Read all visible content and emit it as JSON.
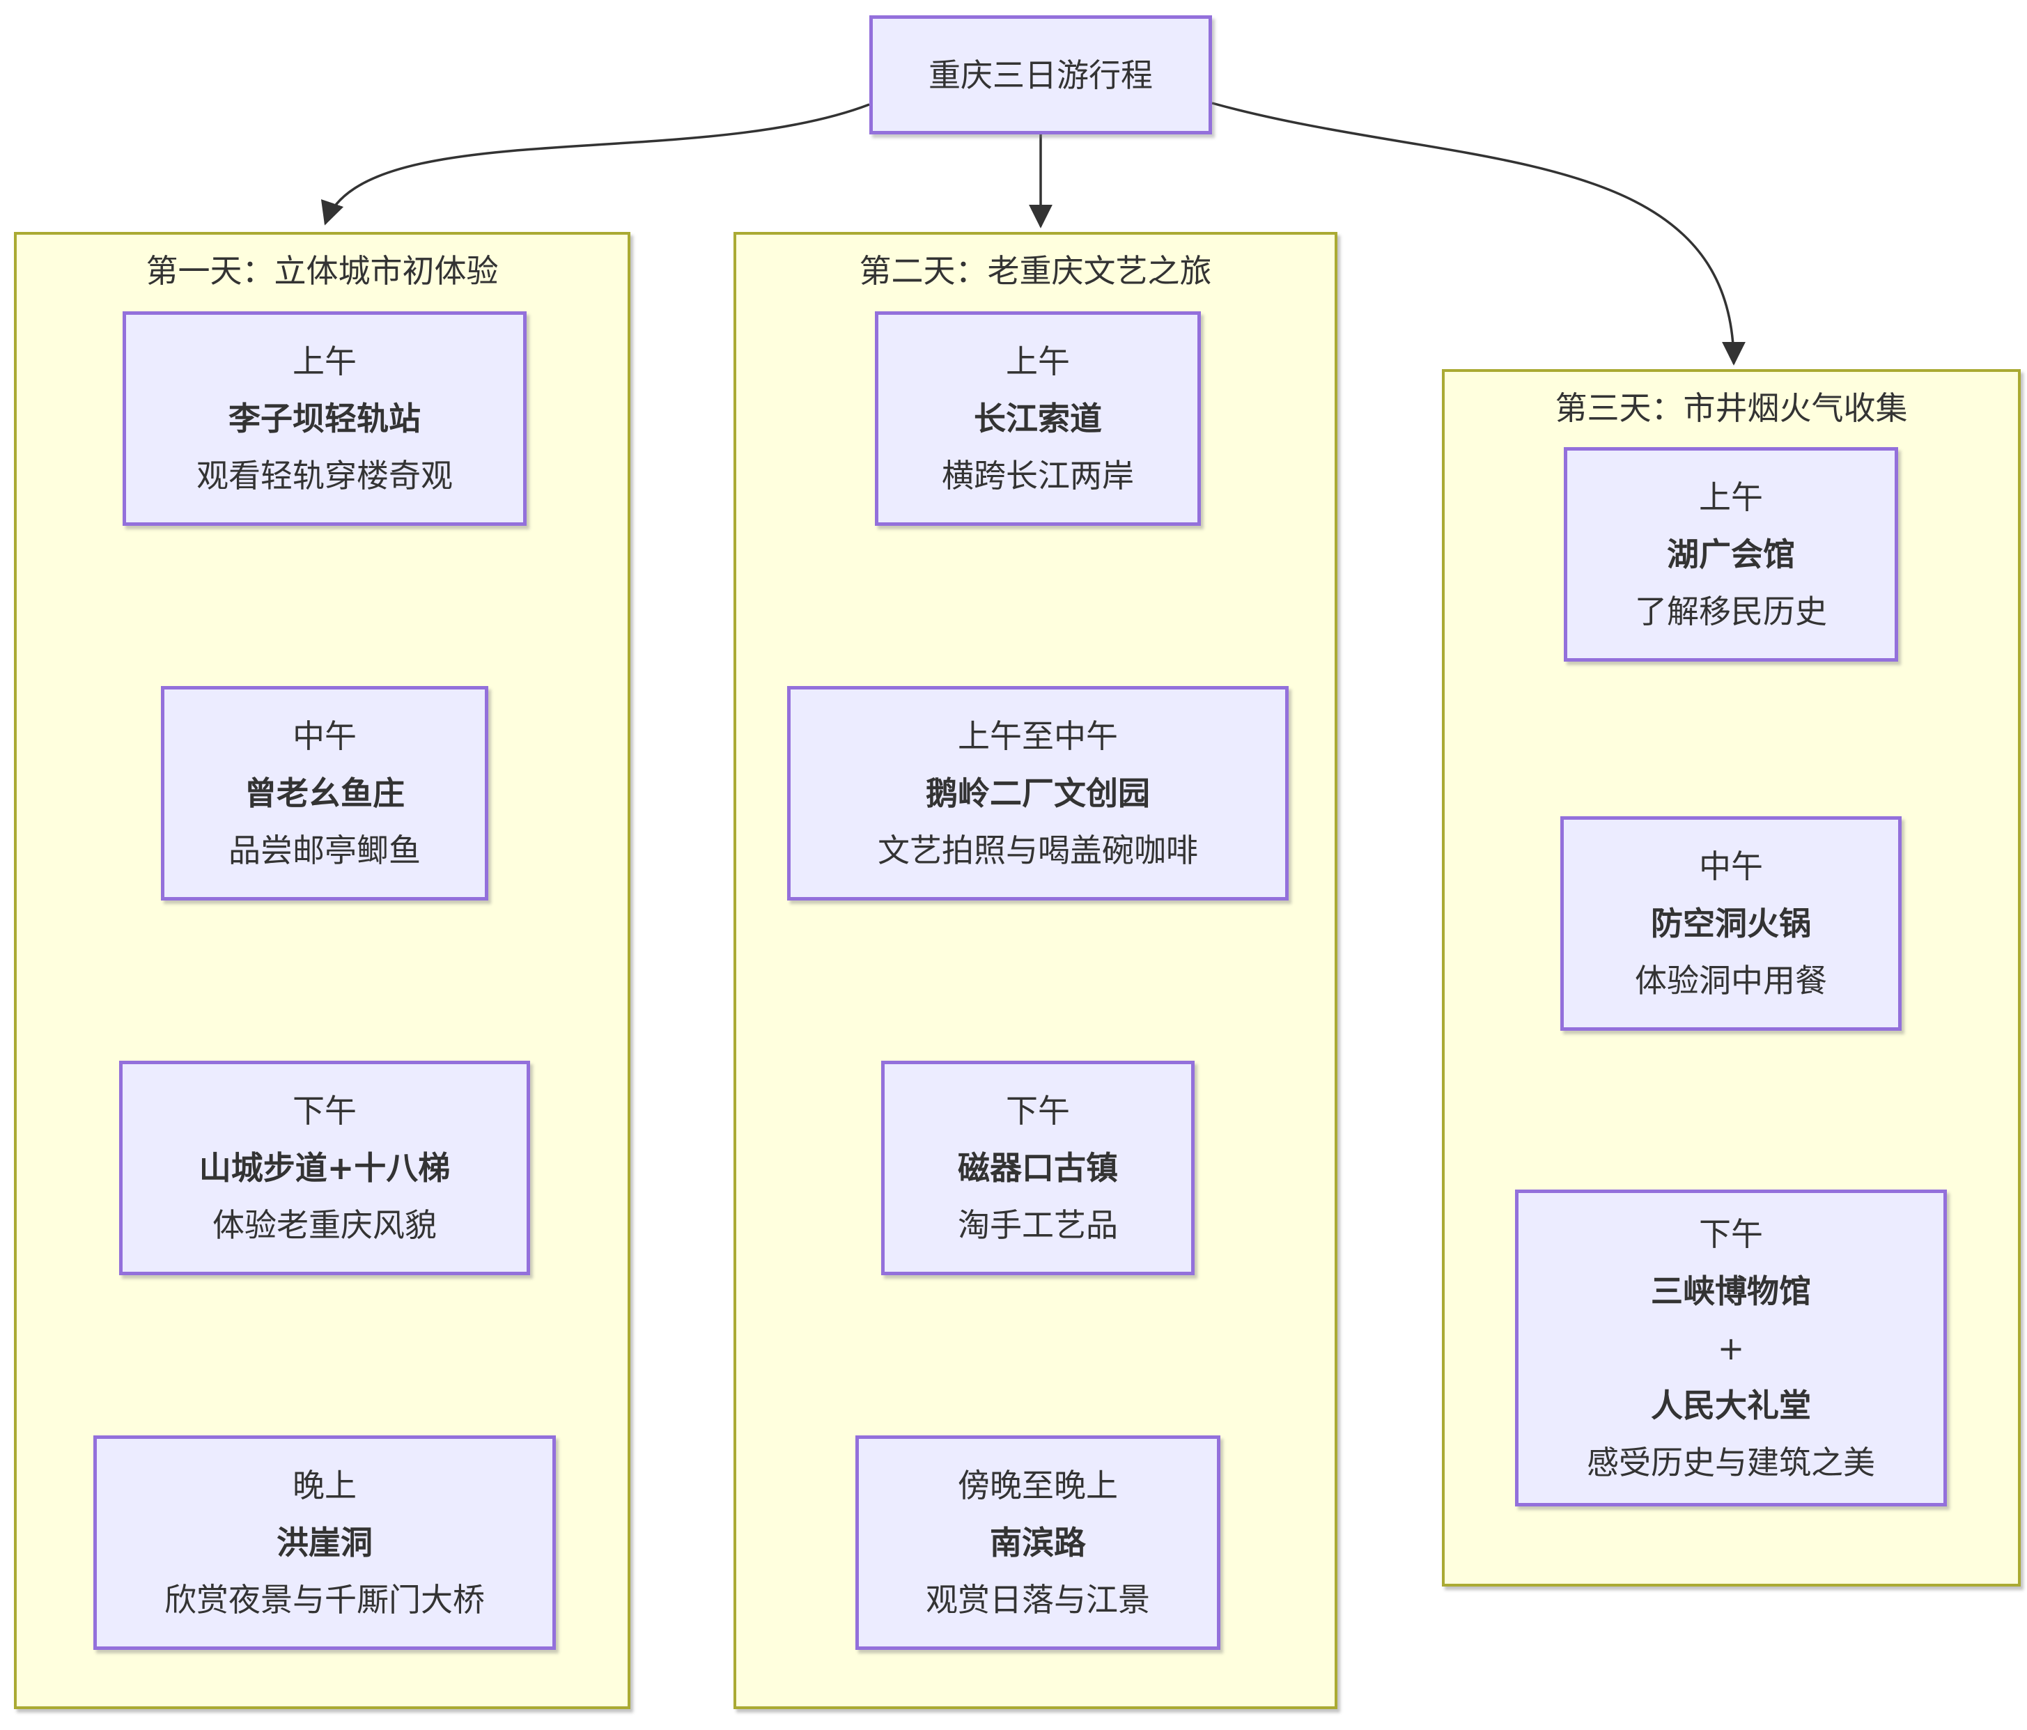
{
  "root": {
    "label": "重庆三日游行程"
  },
  "days": [
    {
      "title": "第一天：立体城市初体验",
      "nodes": [
        {
          "time": "上午",
          "place": "李子坝轻轨站",
          "desc": "观看轻轨穿楼奇观"
        },
        {
          "time": "中午",
          "place": "曾老幺鱼庄",
          "desc": "品尝邮亭鲫鱼"
        },
        {
          "time": "下午",
          "place": "山城步道+十八梯",
          "desc": "体验老重庆风貌"
        },
        {
          "time": "晚上",
          "place": "洪崖洞",
          "desc": "欣赏夜景与千厮门大桥"
        }
      ]
    },
    {
      "title": "第二天：老重庆文艺之旅",
      "nodes": [
        {
          "time": "上午",
          "place": "长江索道",
          "desc": "横跨长江两岸"
        },
        {
          "time": "上午至中午",
          "place": "鹅岭二厂文创园",
          "desc": "文艺拍照与喝盖碗咖啡"
        },
        {
          "time": "下午",
          "place": "磁器口古镇",
          "desc": "淘手工艺品"
        },
        {
          "time": "傍晚至晚上",
          "place": "南滨路",
          "desc": "观赏日落与江景"
        }
      ]
    },
    {
      "title": "第三天：市井烟火气收集",
      "nodes": [
        {
          "time": "上午",
          "place": "湖广会馆",
          "desc": "了解移民历史"
        },
        {
          "time": "中午",
          "place": "防空洞火锅",
          "desc": "体验洞中用餐"
        },
        {
          "time": "下午",
          "place": "三峡博物馆",
          "plus": "+",
          "place2": "人民大礼堂",
          "desc": "感受历史与建筑之美"
        }
      ]
    }
  ],
  "colors": {
    "node_fill": "#ECECFF",
    "node_border": "#9370DB",
    "cluster_fill": "#FFFFDE",
    "cluster_border": "#AAAA33",
    "edge": "#333333",
    "text": "#333333"
  }
}
